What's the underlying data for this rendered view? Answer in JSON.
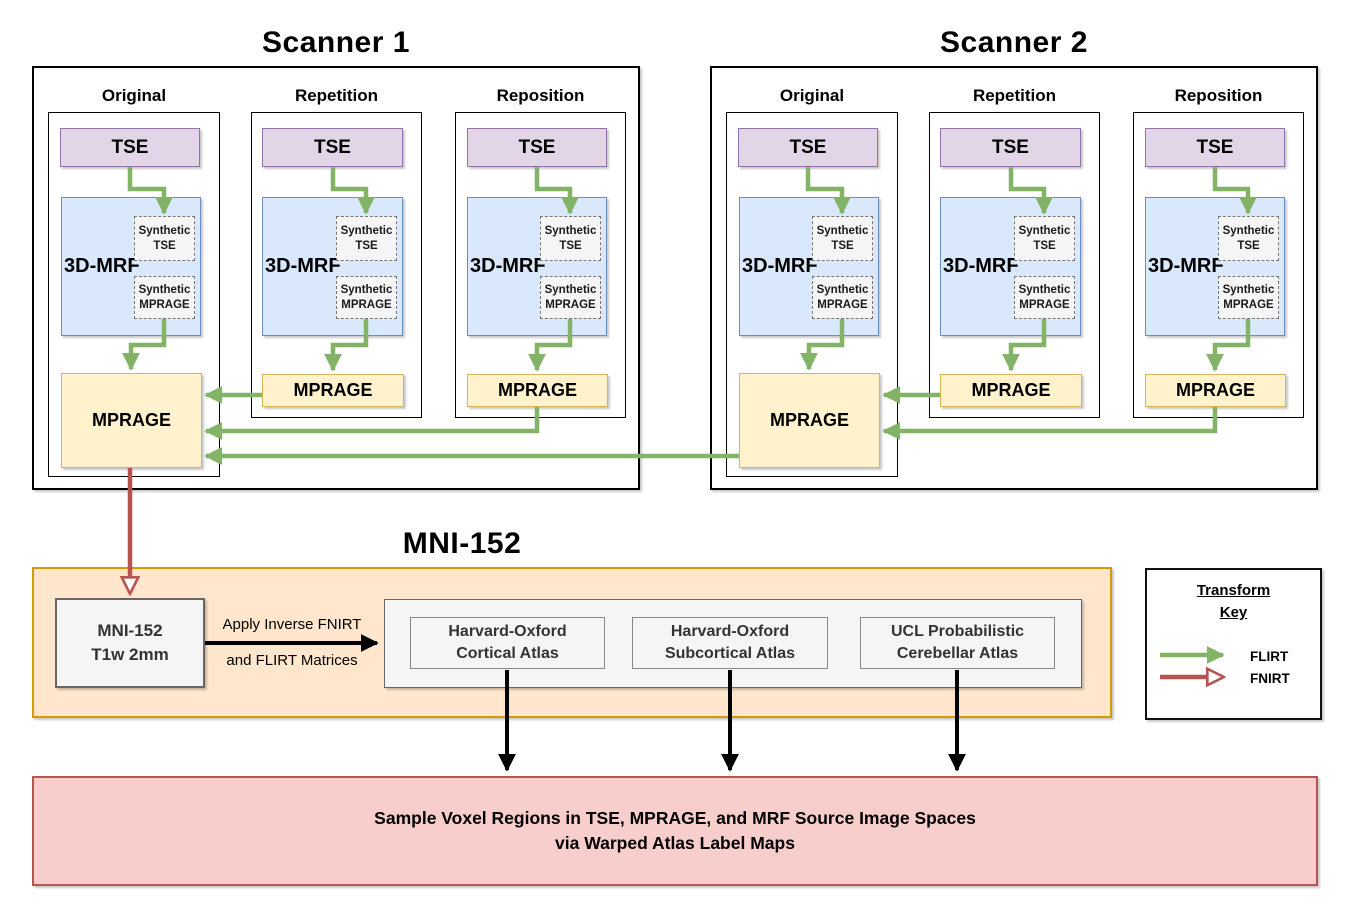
{
  "scanners": [
    {
      "title": "Scanner 1",
      "columns": [
        {
          "header": "Original",
          "tse": "TSE",
          "mrf": "3D-MRF",
          "synthetic_tse": "Synthetic TSE",
          "synthetic_mprage": "Synthetic MPRAGE",
          "mprage": "MPRAGE"
        },
        {
          "header": "Repetition",
          "tse": "TSE",
          "mrf": "3D-MRF",
          "synthetic_tse": "Synthetic TSE",
          "synthetic_mprage": "Synthetic MPRAGE",
          "mprage": "MPRAGE"
        },
        {
          "header": "Reposition",
          "tse": "TSE",
          "mrf": "3D-MRF",
          "synthetic_tse": "Synthetic TSE",
          "synthetic_mprage": "Synthetic MPRAGE",
          "mprage": "MPRAGE"
        }
      ]
    },
    {
      "title": "Scanner 2",
      "columns": [
        {
          "header": "Original",
          "tse": "TSE",
          "mrf": "3D-MRF",
          "synthetic_tse": "Synthetic TSE",
          "synthetic_mprage": "Synthetic MPRAGE",
          "mprage": "MPRAGE"
        },
        {
          "header": "Repetition",
          "tse": "TSE",
          "mrf": "3D-MRF",
          "synthetic_tse": "Synthetic TSE",
          "synthetic_mprage": "Synthetic MPRAGE",
          "mprage": "MPRAGE"
        },
        {
          "header": "Reposition",
          "tse": "TSE",
          "mrf": "3D-MRF",
          "synthetic_tse": "Synthetic TSE",
          "synthetic_mprage": "Synthetic MPRAGE",
          "mprage": "MPRAGE"
        }
      ]
    }
  ],
  "mni": {
    "title": "MNI-152",
    "template_box": {
      "line1": "MNI-152",
      "line2": "T1w 2mm"
    },
    "arrow_label": {
      "line1": "Apply Inverse FNIRT",
      "line2": "and FLIRT Matrices"
    },
    "atlases": [
      {
        "line1": "Harvard-Oxford",
        "line2": "Cortical Atlas"
      },
      {
        "line1": "Harvard-Oxford",
        "line2": "Subcortical Atlas"
      },
      {
        "line1": "UCL Probabilistic",
        "line2": "Cerebellar Atlas"
      }
    ]
  },
  "legend": {
    "title_line1": "Transform",
    "title_line2": "Key",
    "items": [
      {
        "label": "FLIRT",
        "color": "#82b366"
      },
      {
        "label": "FNIRT",
        "color": "#b85450"
      }
    ]
  },
  "output_box": {
    "line1": "Sample Voxel Regions in TSE, MPRAGE, and MRF Source Image Spaces",
    "line2": "via Warped Atlas Label Maps"
  },
  "colors": {
    "flirt_green": "#82b366",
    "fnirt_red": "#b85450",
    "black_arrow": "#000000",
    "tse_fill": "#e1d5e7",
    "tse_border": "#9673a6",
    "mrf_fill": "#dae8fc",
    "mrf_border": "#6c8ebf",
    "mprage_fill": "#fff2cc",
    "mprage_border": "#d6b656",
    "mni_container_fill": "#ffe6cc",
    "mni_container_border": "#d79b00",
    "output_fill": "#f8cecc",
    "output_border": "#b85450"
  }
}
